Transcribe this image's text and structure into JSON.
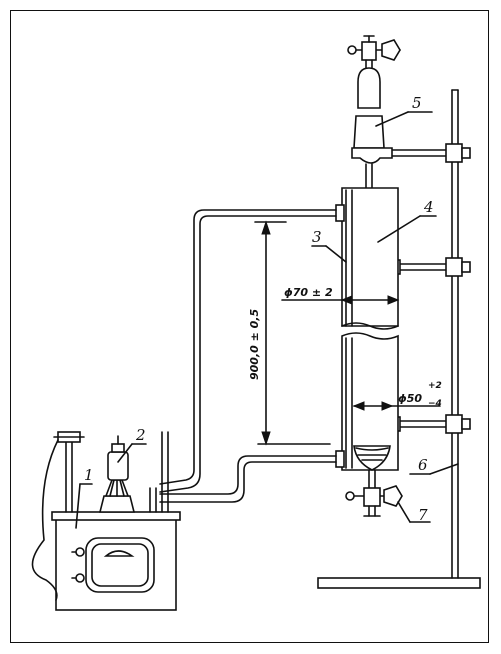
{
  "labels": {
    "part_1": "1",
    "part_2": "2",
    "part_3": "3",
    "part_4": "4",
    "part_5": "5",
    "part_6": "6",
    "part_7": "7"
  },
  "dimensions": {
    "height": "900,0 ± 0,5",
    "outer_diameter": "ϕ70 ± 2",
    "inner_diameter": "ϕ50",
    "inner_tol_upper": "+2",
    "inner_tol_lower": "−4"
  }
}
